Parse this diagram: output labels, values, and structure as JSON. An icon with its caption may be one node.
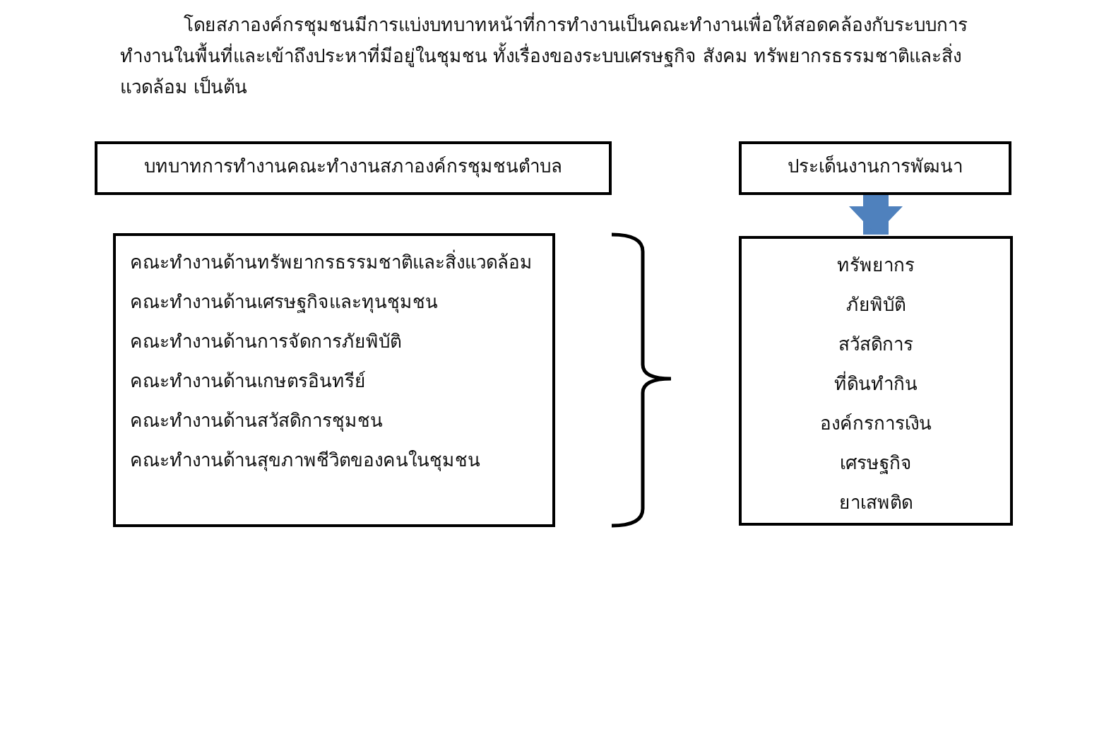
{
  "diagram": {
    "nodes": [
      {
        "text": [
          "บทบาทการทำงานคณะทำงานสภาองค์กรชุมชนตำบล"
        ]
      },
      {
        "text": [
          "คณะทำงานด้านทรัพยากรธรรมชาติและสิ่งแวดล้อม",
          "คณะทำงานด้านเศรษฐกิจและทุนชุมชน",
          "คณะทำงานด้านการจัดการภัยพิบัติ",
          "คณะทำงานด้านเกษตรอินทรีย์",
          "คณะทำงานด้านสวัสดิการชุมชน",
          "คณะทำงานด้านสุขภาพชีวิตของคนในชุมชน"
        ]
      },
      {
        "text": [
          "ประเด็นงานการพัฒนา"
        ]
      },
      {
        "text": [
          "ทรัพยากร",
          "ภัยพิบัติ",
          "สวัสดิการ",
          "ที่ดินทำกิน",
          "องค์กรการเงิน",
          "เศรษฐกิจ",
          "ยาเสพติด"
        ]
      }
    ],
    "edges": [
      {
        "from": 2,
        "to": 3,
        "arrow": "to",
        "color": "#4f81bd"
      }
    ],
    "labels": [
      "โดยสภาองค์กรชุมชนมีการแบ่งบทบาทหน้าที่การทำงานเป็นคณะทำงานเพื่อให้สอดคล้องกับระบบการทำงานในพื้นที่และเข้าถึงประหาที่มีอยู่ในชุมชน ทั้งเรื่องของระบบเศรษฐกิจ สังคม ทรัพยากรธรรมชาติและสิ่งแวดล้อม เป็นต้น"
    ]
  }
}
